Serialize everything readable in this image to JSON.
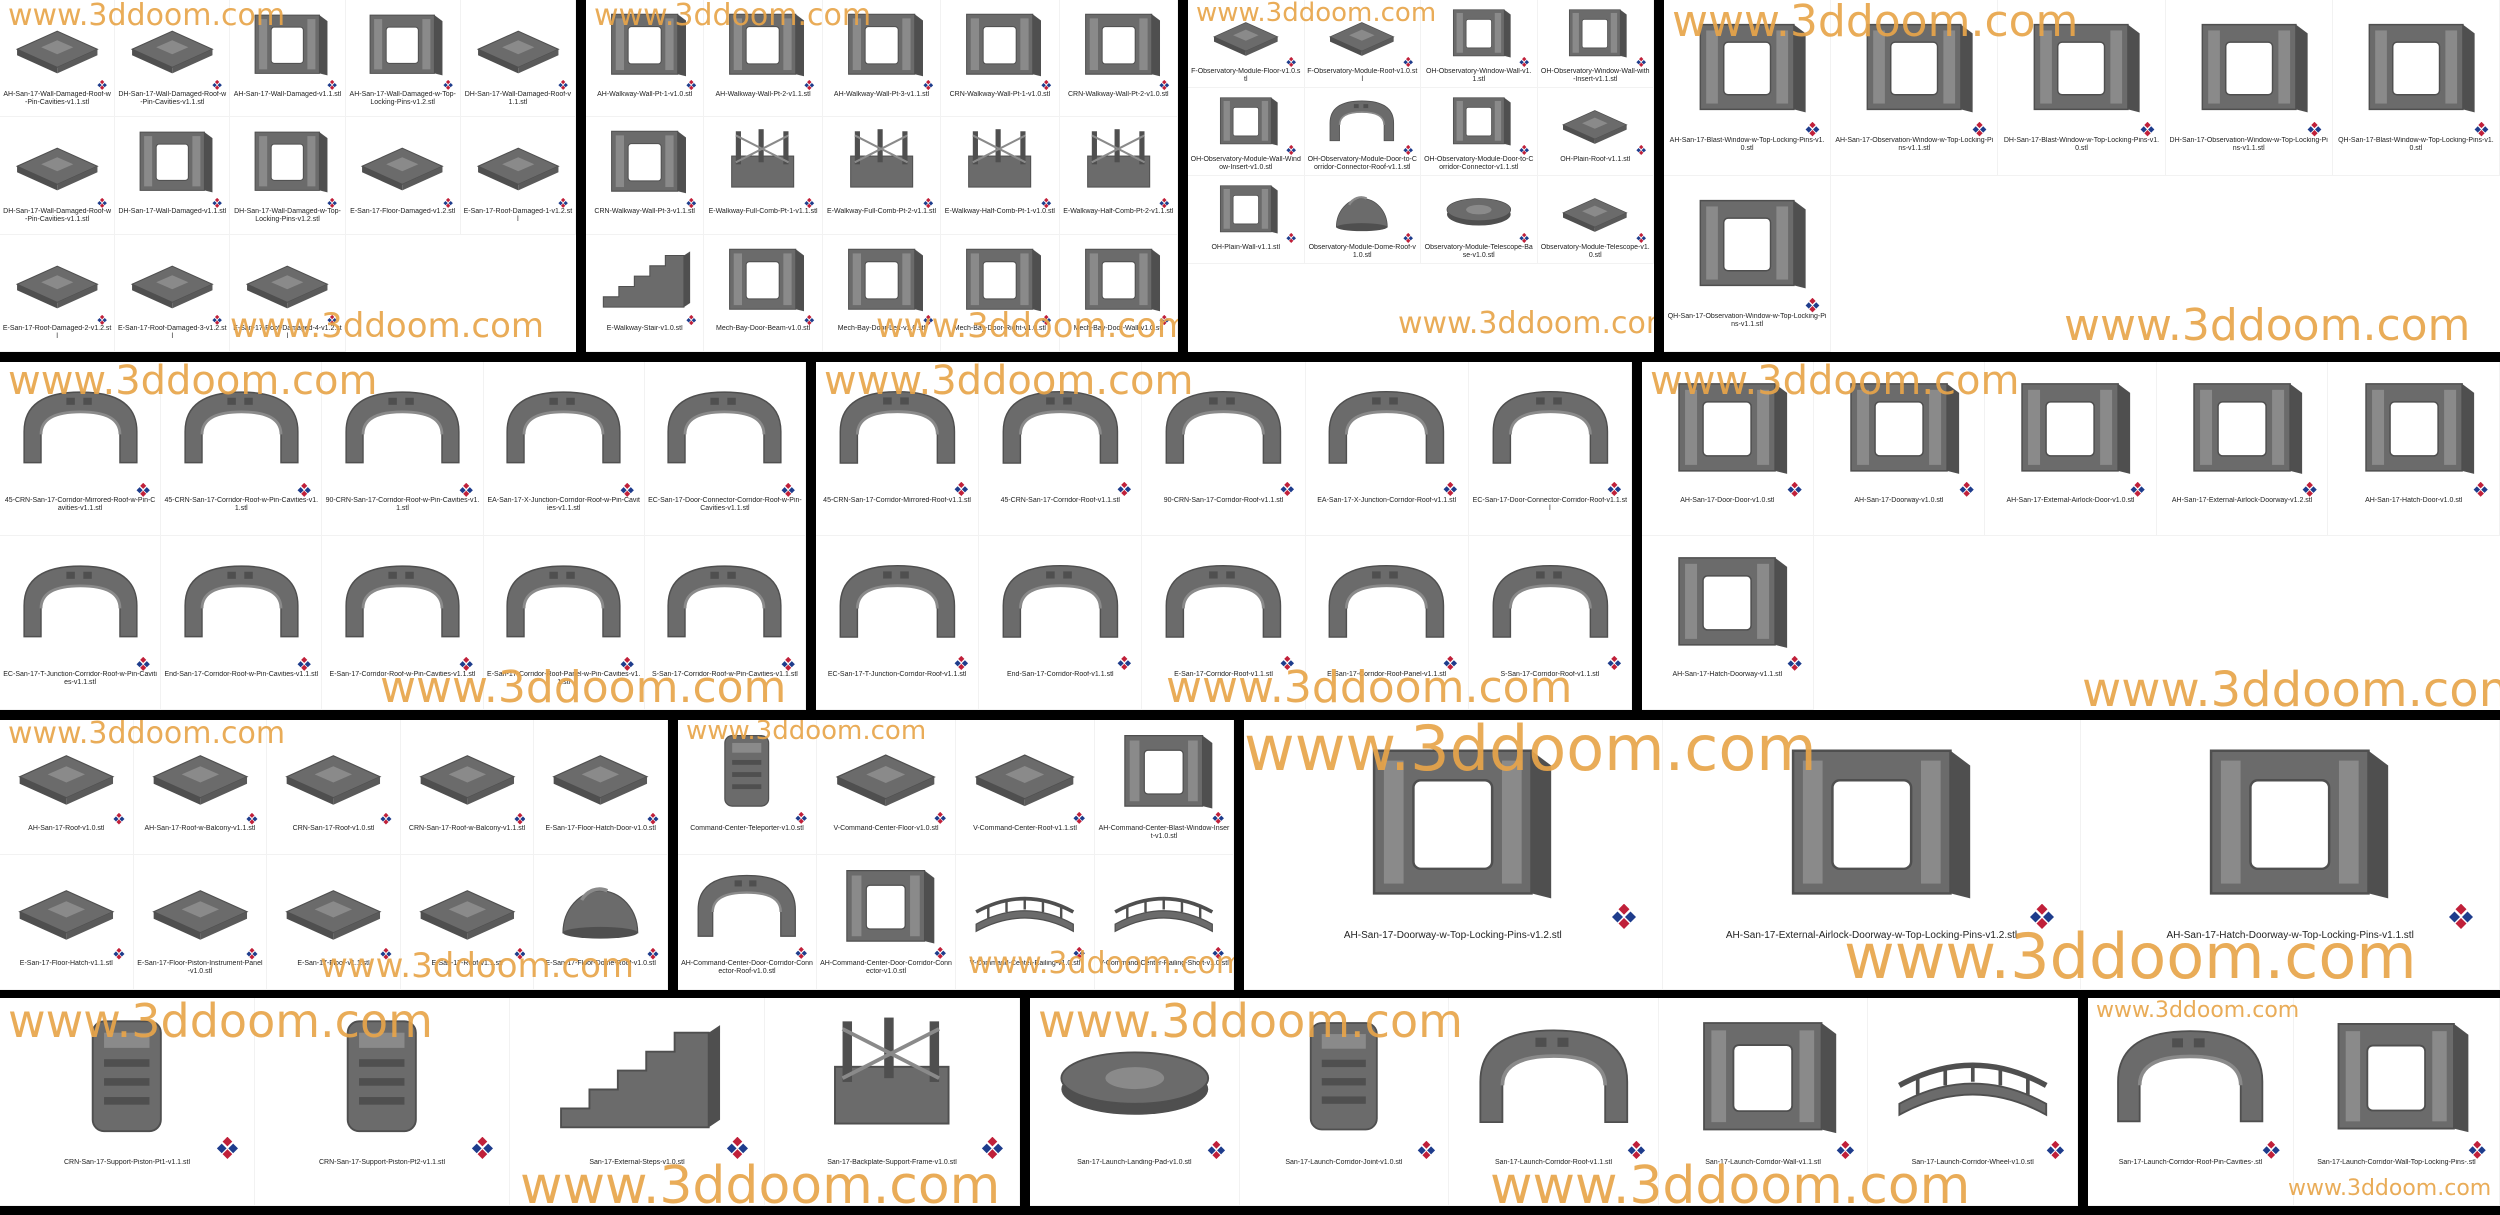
{
  "watermark": "www.3ddoom.com",
  "colors": {
    "watermark": "#e8a54a",
    "background": "#000000",
    "panel": "#ffffff",
    "model": "#6b6b6b"
  },
  "panels": [
    {
      "id": "p1",
      "cols": 5,
      "rows": 3,
      "items": [
        "AH-San-17-Wall-Damaged-Roof-w-Pin-Cavities-v1.1.stl",
        "DH-San-17-Wall-Damaged-Roof-w-Pin-Cavities-v1.1.stl",
        "AH-San-17-Wall-Damaged-v1.1.stl",
        "AH-San-17-Wall-Damaged-w-Top-Locking-Pins-v1.2.stl",
        "DH-San-17-Wall-Damaged-Roof-v1.1.stl",
        "DH-San-17-Wall-Damaged-Roof-w-Pin-Cavities-v1.1.stl",
        "DH-San-17-Wall-Damaged-v1.1.stl",
        "DH-San-17-Wall-Damaged-w-Top-Locking-Pins-v1.2.stl",
        "E-San-17-Floor-Damaged-v1.2.stl",
        "E-San-17-Roof-Damaged-1-v1.2.stl",
        "E-San-17-Roof-Damaged-2-v1.2.stl",
        "E-San-17-Roof-Damaged-3-v1.2.stl",
        "E-San-17-Roof-Damaged-4-v1.2.stl"
      ]
    },
    {
      "id": "p2",
      "cols": 5,
      "rows": 3,
      "items": [
        "AH-Walkway-Wall-Pt-1-v1.0.stl",
        "AH-Walkway-Wall-Pt-2-v1.1.stl",
        "AH-Walkway-Wall-Pt-3-v1.1.stl",
        "CRN-Walkway-Wall-Pt-1-v1.0.stl",
        "CRN-Walkway-Wall-Pt-2-v1.0.stl",
        "CRN-Walkway-Wall-Pt-3-v1.1.stl",
        "E-Walkway-Full-Comb-Pt-1-v1.1.stl",
        "E-Walkway-Full-Comb-Pt-2-v1.1.stl",
        "E-Walkway-Half-Comb-Pt-1-v1.0.stl",
        "E-Walkway-Half-Comb-Pt-2-v1.1.stl",
        "E-Walkway-Stair-v1.0.stl",
        "Mech-Bay-Door-Beam-v1.0.stl",
        "Mech-Bay-Door-Left-v1.0.stl",
        "Mech-Bay-Door-Right-v1.0.stl",
        "Mech-Bay-Door-Wall-v1.0.stl"
      ]
    },
    {
      "id": "p3",
      "cols": 4,
      "rows": 4,
      "items": [
        "F-Observatory-Module-Floor-v1.0.stl",
        "F-Observatory-Module-Roof-v1.0.stl",
        "OH-Observatory-Window-Wall-v1.1.stl",
        "OH-Observatory-Window-Wall-with-Insert-v1.1.stl",
        "OH-Observatory-Module-Wall-Window-Insert-v1.0.stl",
        "OH-Observatory-Module-Door-to-Corridor-Connector-Roof-v1.1.stl",
        "OH-Observatory-Module-Door-to-Corridor-Connector-v1.1.stl",
        "OH-Plain-Roof-v1.1.stl",
        "OH-Plain-Wall-v1.1.stl",
        "Observatory-Module-Dome-Roof-v1.0.stl",
        "Observatory-Module-Telescope-Base-v1.0.stl",
        "Observatory-Module-Telescope-v1.0.stl"
      ]
    },
    {
      "id": "p4",
      "cols": 5,
      "rows": 2,
      "items": [
        "AH-San-17-Blast-Window-w-Top-Locking-Pins-v1.0.stl",
        "AH-San-17-Observation-Window-w-Top-Locking-Pins-v1.1.stl",
        "DH-San-17-Blast-Window-w-Top-Locking-Pins-v1.0.stl",
        "DH-San-17-Observation-Window-w-Top-Locking-Pins-v1.1.stl",
        "QH-San-17-Blast-Window-w-Top-Locking-Pins-v1.0.stl",
        "QH-San-17-Observation-Window-w-Top-Locking-Pins-v1.1.stl"
      ]
    },
    {
      "id": "p5",
      "cols": 5,
      "rows": 2,
      "items": [
        "45-CRN-San-17-Corridor-Mirrored-Roof-w-Pin-Cavities-v1.1.stl",
        "45-CRN-San-17-Corridor-Roof-w-Pin-Cavities-v1.1.stl",
        "90-CRN-San-17-Corridor-Roof-w-Pin-Cavities-v1.1.stl",
        "EA-San-17-X-Junction-Corridor-Roof-w-Pin-Cavities-v1.1.stl",
        "EC-San-17-Door-Connector-Corridor-Roof-w-Pin-Cavities-v1.1.stl",
        "EC-San-17-T-Junction-Corridor-Roof-w-Pin-Cavities-v1.1.stl",
        "End-San-17-Corridor-Roof-w-Pin-Cavities-v1.1.stl",
        "E-San-17-Corridor-Roof-w-Pin-Cavities-v1.1.stl",
        "E-San-17-Corridor-Roof-Panel-w-Pin-Cavities-v1.1.stl",
        "S-San-17-Corridor-Roof-w-Pin-Cavities-v1.1.stl"
      ]
    },
    {
      "id": "p6",
      "cols": 5,
      "rows": 2,
      "items": [
        "45-CRN-San-17-Corridor-Mirrored-Roof-v1.1.stl",
        "45-CRN-San-17-Corridor-Roof-v1.1.stl",
        "90-CRN-San-17-Corridor-Roof-v1.1.stl",
        "EA-San-17-X-Junction-Corridor-Roof-v1.1.stl",
        "EC-San-17-Door-Connector-Corridor-Roof-v1.1.stl",
        "EC-San-17-T-Junction-Corridor-Roof-v1.1.stl",
        "End-San-17-Corridor-Roof-v1.1.stl",
        "E-San-17-Corridor-Roof-v1.1.stl",
        "E-San-17-Corridor-Roof-Panel-v1.1.stl",
        "S-San-17-Corridor-Roof-v1.1.stl"
      ]
    },
    {
      "id": "p7",
      "cols": 5,
      "rows": 2,
      "items": [
        "AH-San-17-Door-Door-v1.0.stl",
        "AH-San-17-Doorway-v1.0.stl",
        "AH-San-17-External-Airlock-Door-v1.0.stl",
        "AH-San-17-External-Airlock-Doorway-v1.2.stl",
        "AH-San-17-Hatch-Door-v1.0.stl",
        "AH-San-17-Hatch-Doorway-v1.1.stl"
      ]
    },
    {
      "id": "p8",
      "cols": 5,
      "rows": 2,
      "items": [
        "AH-San-17-Roof-v1.0.stl",
        "AH-San-17-Roof-w-Balcony-v1.1.stl",
        "CRN-San-17-Roof-v1.0.stl",
        "CRN-San-17-Roof-w-Balcony-v1.1.stl",
        "E-San-17-Floor-Hatch-Door-v1.0.stl",
        "E-San-17-Floor-Hatch-v1.1.stl",
        "E-San-17-Floor-Piston-Instrument-Panel-v1.0.stl",
        "E-San-17-Floor-v1.1.stl",
        "E-San-17-Roof-v1.1.stl",
        "E-San-17-Floor-Dome-Roof-v1.0.stl"
      ]
    },
    {
      "id": "p9",
      "cols": 4,
      "rows": 2,
      "items": [
        "Command-Center-Teleporter-v1.0.stl",
        "V-Command-Center-Floor-v1.0.stl",
        "V-Command-Center-Roof-v1.1.stl",
        "AH-Command-Center-Blast-Window-Insert-v1.0.stl",
        "AH-Command-Center-Door-Corridor-Connector-Roof-v1.0.stl",
        "AH-Command-Center-Door-Corridor-Connector-v1.0.stl",
        "V-Command-Center-Railing-v1.0.stl",
        "V-Command-Center-Railing-Short-v1.0.stl"
      ]
    },
    {
      "id": "p10",
      "cols": 3,
      "rows": 1,
      "big": true,
      "items": [
        "AH-San-17-Doorway-w-Top-Locking-Pins-v1.2.stl",
        "AH-San-17-External-Airlock-Doorway-w-Top-Locking-Pins-v1.2.stl",
        "AH-San-17-Hatch-Doorway-w-Top-Locking-Pins-v1.1.stl"
      ]
    },
    {
      "id": "p11",
      "cols": 4,
      "rows": 1,
      "items": [
        "CRN-San-17-Support-Piston-Pt1-v1.1.stl",
        "CRN-San-17-Support-Piston-Pt2-v1.1.stl",
        "San-17-External-Steps-v1.0.stl",
        "San-17-Backplate-Support-Frame-v1.0.stl"
      ]
    },
    {
      "id": "p12",
      "cols": 5,
      "rows": 1,
      "items": [
        "San-17-Launch-Landing-Pad-v1.0.stl",
        "San-17-Launch-Corridor-Joint-v1.0.stl",
        "San-17-Launch-Corridor-Roof-v1.1.stl",
        "San-17-Launch-Corridor-Wall-v1.1.stl",
        "San-17-Launch-Corridor-Wheel-v1.0.stl"
      ]
    },
    {
      "id": "p13",
      "cols": 2,
      "rows": 1,
      "items": [
        "San-17-Launch-Corridor-Roof-Pin-Cavities-.stl",
        "San-17-Launch-Corridor-Wall-Top-Locking-Pins-.stl"
      ]
    }
  ]
}
